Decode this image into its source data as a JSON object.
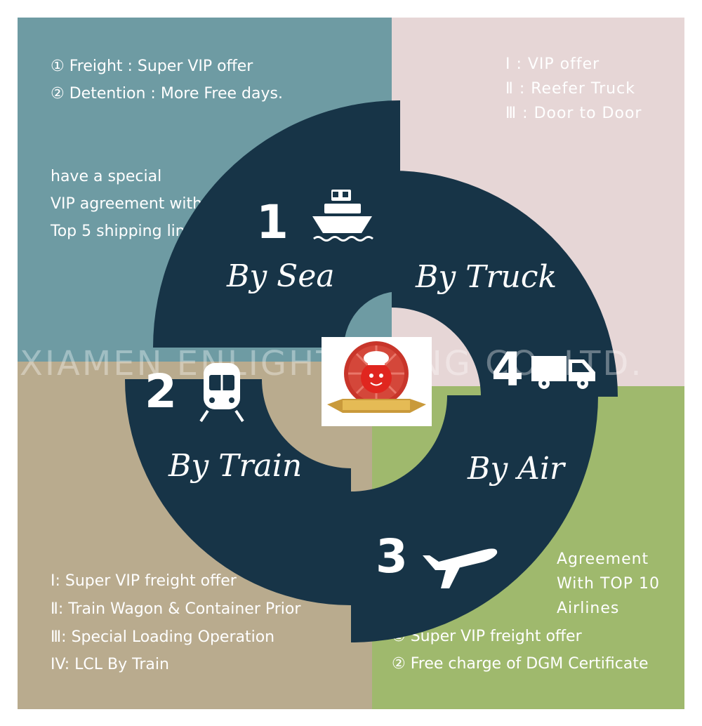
{
  "colors": {
    "sea_bg": "#6e9ba3",
    "truck_bg": "#e6d6d6",
    "train_bg": "#b9ab8e",
    "air_bg": "#9fb96d",
    "ring": "#173447"
  },
  "watermark": "XIAMEN ENLIGHT   ADING CO.,LTD.",
  "sea": {
    "number": "1",
    "label": "By Sea",
    "icon": "ship-icon",
    "lines": [
      "① Freight :  Super VIP offer",
      "② Detention : More Free days."
    ],
    "agreement": [
      "have a special",
      "VIP agreement with",
      "Top 5 shipping line"
    ]
  },
  "truck": {
    "number": "4",
    "label": "By Truck",
    "icon": "truck-icon",
    "lines": [
      "Ⅰ : VIP offer",
      "Ⅱ : Reefer Truck",
      "Ⅲ : Door to Door"
    ]
  },
  "train": {
    "number": "2",
    "label": "By Train",
    "icon": "train-icon",
    "lines": [
      "Ⅰ: Super VIP freight offer",
      "Ⅱ: Train Wagon & Container Prior",
      "Ⅲ: Special Loading Operation",
      "IV: LCL By Train"
    ]
  },
  "air": {
    "number": "3",
    "label": "By Air",
    "icon": "airplane-icon",
    "agreement": [
      "Agreement",
      "With TOP 10",
      "Airlines"
    ],
    "lines": [
      "① Super VIP freight offer",
      "② Free charge of DGM Certificate"
    ]
  },
  "logo": {
    "icon": "tomato-chef-logo",
    "banner_text": ""
  }
}
